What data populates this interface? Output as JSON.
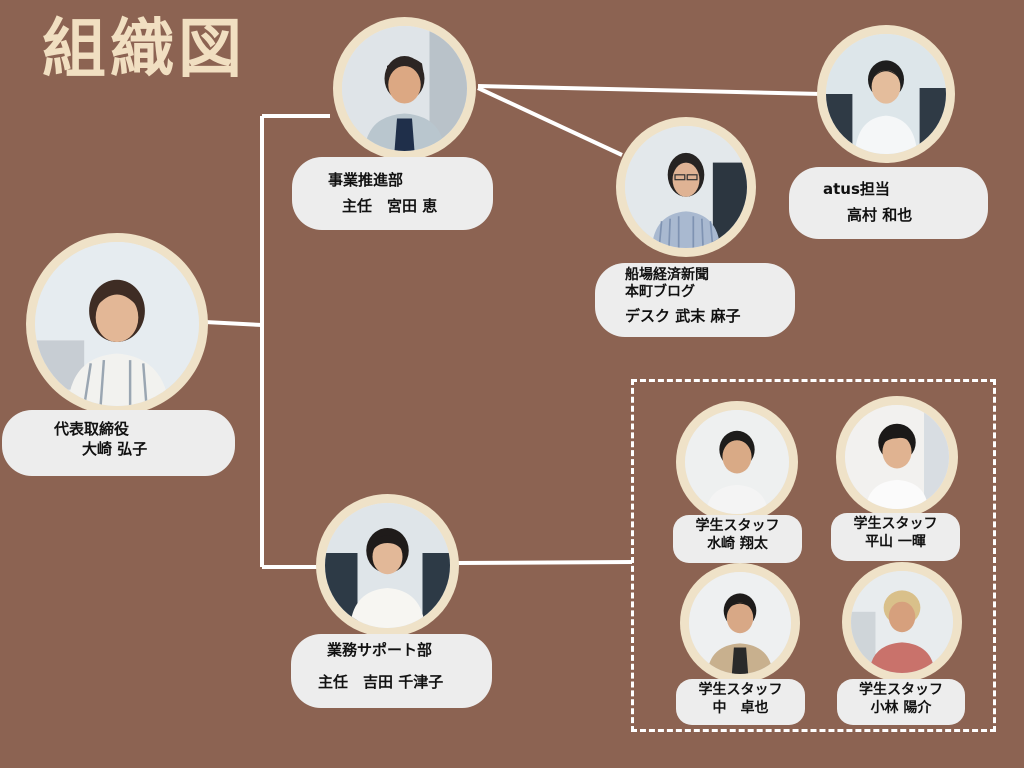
{
  "title": "組織図",
  "nodes": {
    "ceo": {
      "role": "代表取締役",
      "name": "大崎 弘子"
    },
    "business": {
      "role": "事業推進部",
      "name": "主任　宮田 恵"
    },
    "atus": {
      "role": "atus担当",
      "name": "高村 和也"
    },
    "news": {
      "role_line1": "船場経済新聞",
      "role_line2": "本町ブログ",
      "name": "デスク  武末 麻子"
    },
    "support": {
      "role": "業務サポート部",
      "name": "主任　吉田 千津子"
    },
    "staff1": {
      "role": "学生スタッフ",
      "name": "水崎 翔太"
    },
    "staff2": {
      "role": "学生スタッフ",
      "name": "平山 一暉"
    },
    "staff3": {
      "role": "学生スタッフ",
      "name": "中　卓也"
    },
    "staff4": {
      "role": "学生スタッフ",
      "name": "小林 陽介"
    }
  },
  "colors": {
    "background": "#8c6352",
    "title": "#f1dfc1",
    "ring": "#efe2c8",
    "label_bg": "#ededed",
    "connector": "#ffffff"
  }
}
